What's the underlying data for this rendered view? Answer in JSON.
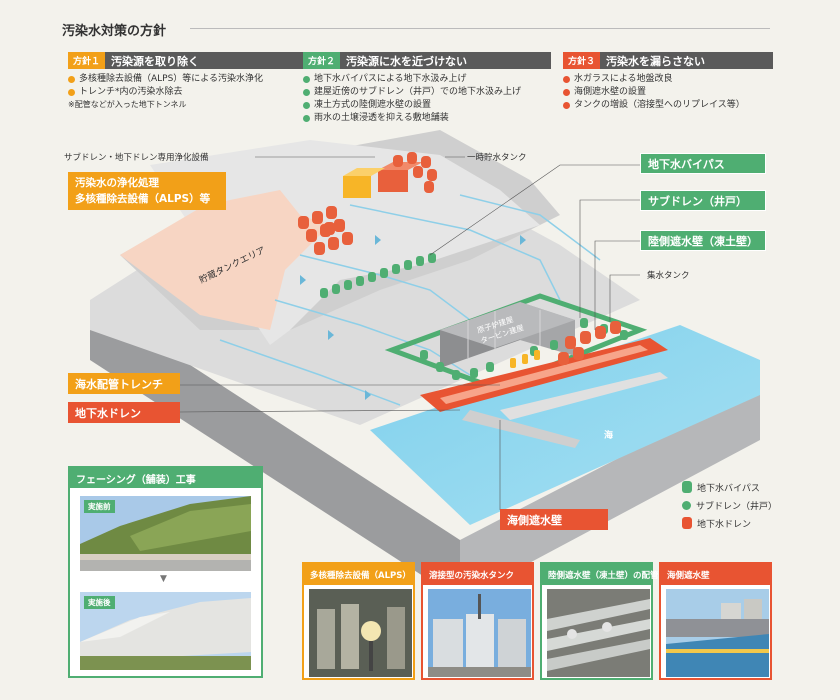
{
  "page_title": "汚染水対策の方針",
  "policies": [
    {
      "tag": "方針１",
      "title": "汚染源を取り除く",
      "color": "#f2a018",
      "items": [
        "多核種除去設備（ALPS）等による汚染水浄化",
        "トレンチ*内の汚染水除去"
      ],
      "note": "※配管などが入った地下トンネル"
    },
    {
      "tag": "方針２",
      "title": "汚染源に水を近づけない",
      "color": "#4fae72",
      "items": [
        "地下水バイパスによる地下水汲み上げ",
        "建屋近傍のサブドレン（井戸）での地下水汲み上げ",
        "凍土方式の陸側遮水壁の設置",
        "雨水の土壌浸透を抑える敷地舗装"
      ]
    },
    {
      "tag": "方針３",
      "title": "汚染水を漏らさない",
      "color": "#e85432",
      "items": [
        "水ガラスによる地盤改良",
        "海側遮水壁の設置",
        "タンクの増設（溶接型へのリプレイス等）"
      ]
    }
  ],
  "diagram": {
    "label_subdrain_facility": "サブドレン・地下ドレン専用浄化設備",
    "label_temp_tank": "一時貯水タンク",
    "label_alps": "汚染水の浄化処理\n多核種除去設備（ALPS）等",
    "label_storage_area": "貯蔵タンクエリア",
    "label_gw_bypass": "地下水バイパス",
    "label_subdrain": "サブドレン（井戸）",
    "label_land_wall": "陸側遮水壁（凍土壁）",
    "label_collect_tank": "集水タンク",
    "label_trench": "海水配管トレンチ",
    "label_ground_drain": "地下水ドレン",
    "label_sea": "海",
    "label_sea_wall": "海側遮水壁",
    "building_text": "原子炉建屋\nタービン建屋",
    "legend": [
      {
        "label": "地下水バイパス",
        "color": "#4fae72"
      },
      {
        "label": "サブドレン（井戸）",
        "color": "#4fae72"
      },
      {
        "label": "地下水ドレン",
        "color": "#e85432"
      }
    ]
  },
  "facing": {
    "title": "フェーシング（舗装）工事",
    "before": "実施前",
    "after": "実施後",
    "arrow": "▼"
  },
  "photo_panels": [
    {
      "title": "多核種除去設備（ALPS）",
      "color": "#f2a018"
    },
    {
      "title": "溶接型の汚染水タンク",
      "color": "#e85432"
    },
    {
      "title": "陸側遮水壁（凍土壁）の配管",
      "color": "#4fae72"
    },
    {
      "title": "海側遮水壁",
      "color": "#e85432"
    }
  ]
}
